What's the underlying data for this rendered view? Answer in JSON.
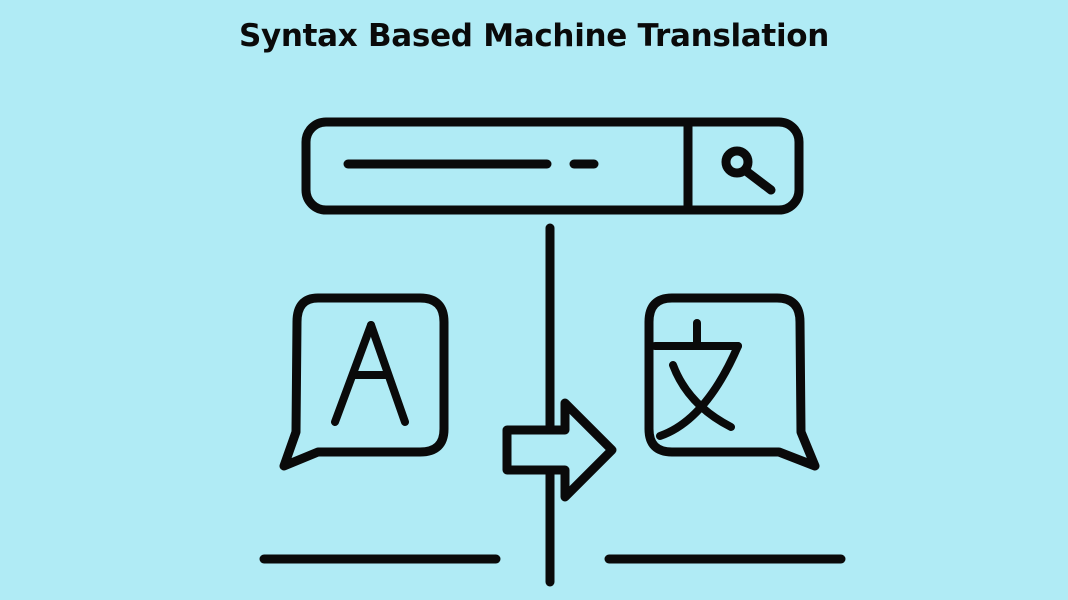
{
  "title": "Syntax Based Machine Translation",
  "colors": {
    "background": "#b0ebf5",
    "stroke": "#0a0a0a"
  },
  "illustration": {
    "search_bar": {
      "icon": "magnifier-icon"
    },
    "source_bubble": {
      "letter": "A",
      "icon": "speech-bubble-icon"
    },
    "target_bubble": {
      "letter": "文",
      "icon": "speech-bubble-icon"
    },
    "arrow": {
      "icon": "arrow-right-icon"
    }
  }
}
